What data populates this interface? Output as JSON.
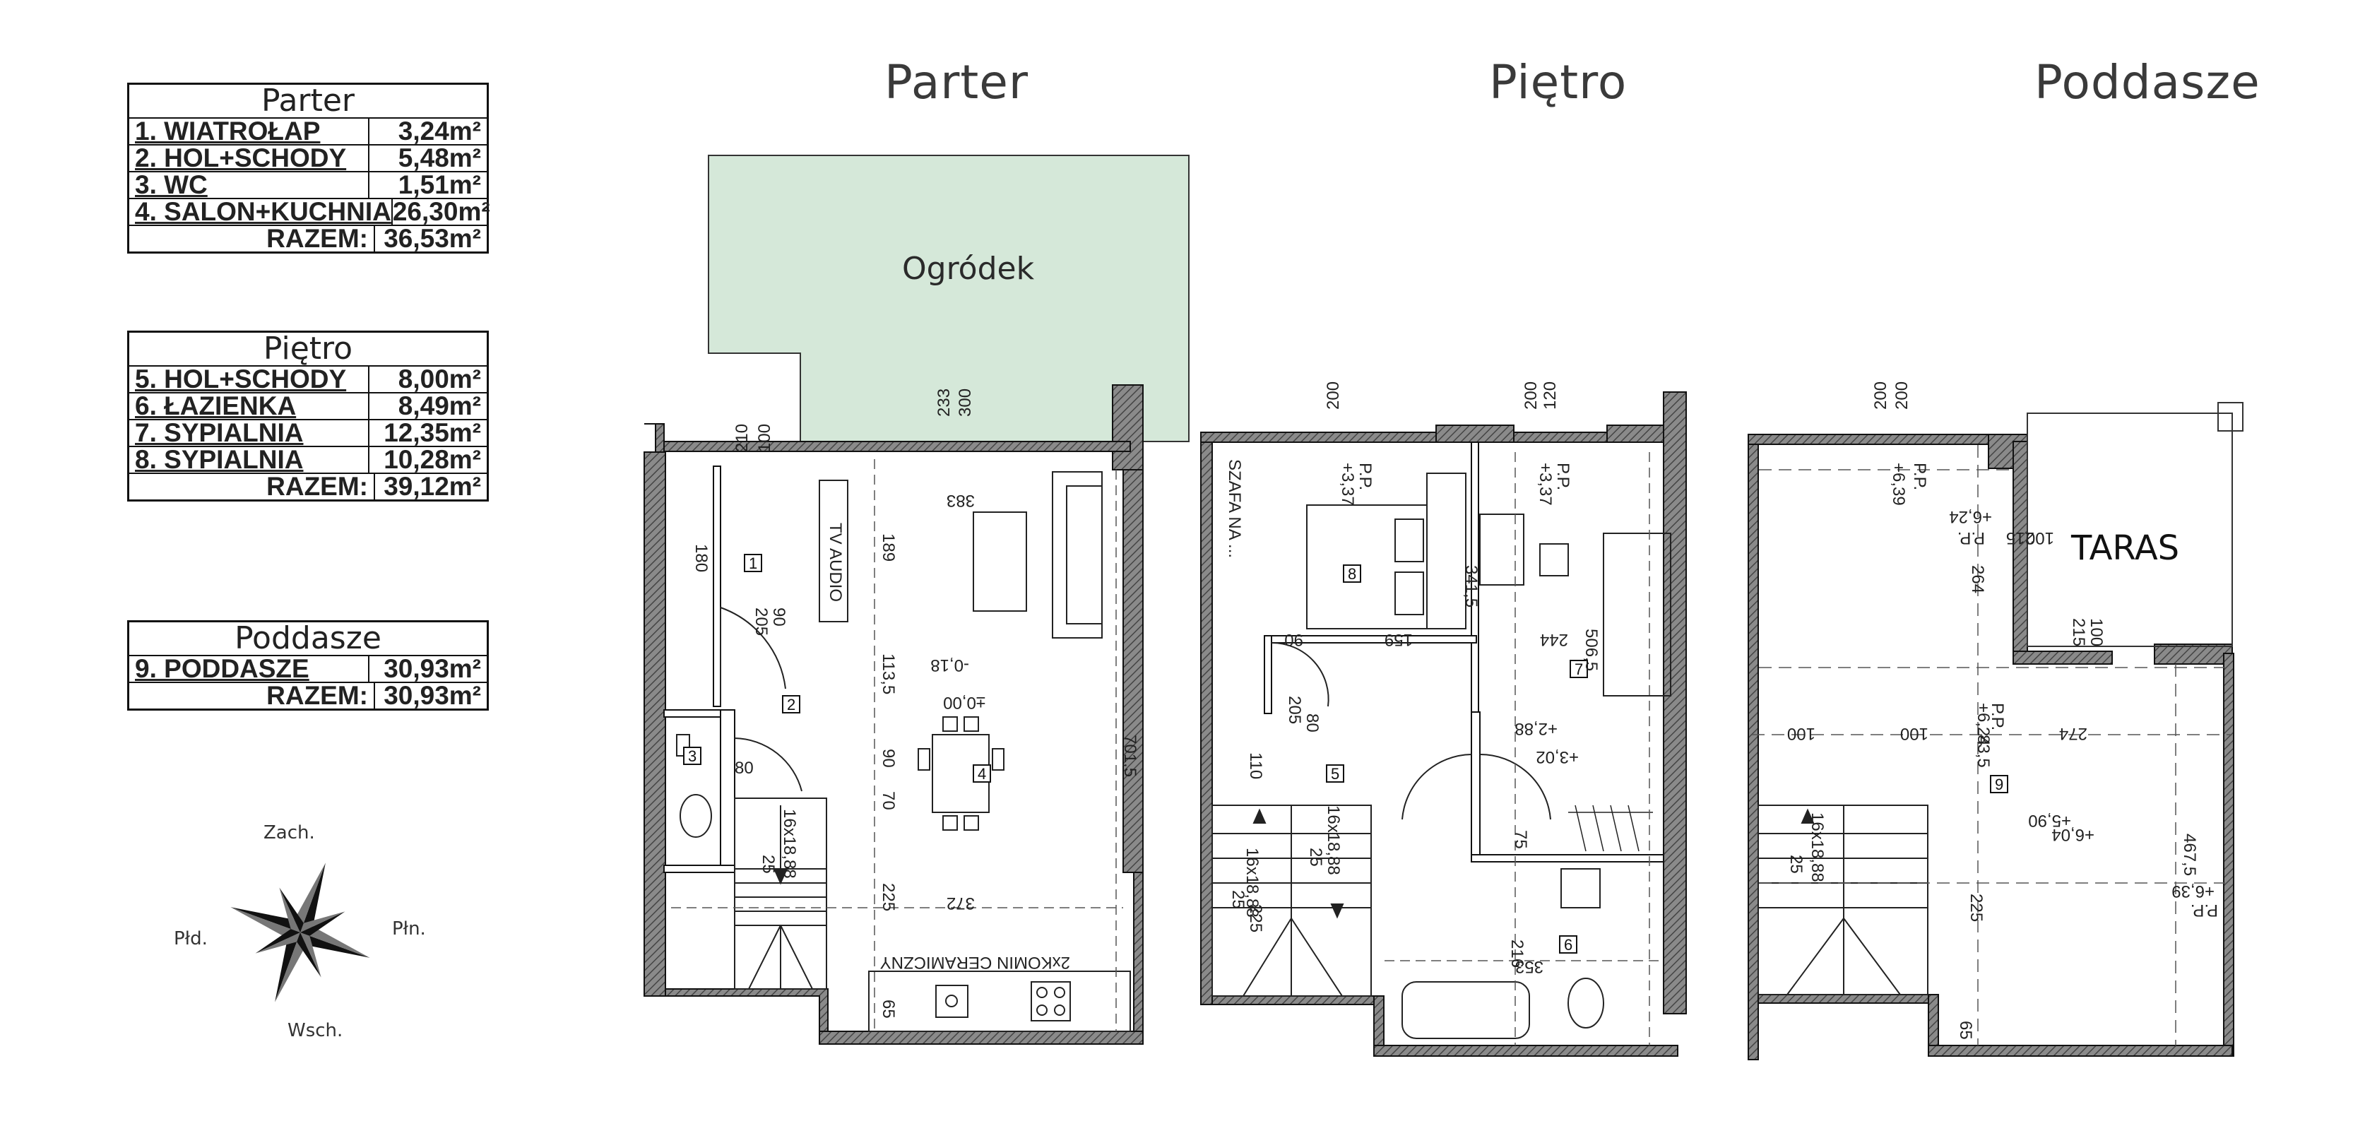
{
  "titles": {
    "parter": "Parter",
    "pietro": "Piętro",
    "poddasze": "Poddasze"
  },
  "legend": {
    "parter": {
      "title": "Parter",
      "rows": [
        {
          "name": "1. WIATROŁAP",
          "area": "3,24m²"
        },
        {
          "name": "2. HOL+SCHODY",
          "area": "5,48m²"
        },
        {
          "name": "3. WC",
          "area": "1,51m²"
        },
        {
          "name": "4. SALON+KUCHNIA",
          "area": "26,30m²"
        }
      ],
      "total_label": "RAZEM:",
      "total": "36,53m²"
    },
    "pietro": {
      "title": "Piętro",
      "rows": [
        {
          "name": "5. HOL+SCHODY",
          "area": "8,00m²"
        },
        {
          "name": "6. ŁAZIENKA",
          "area": "8,49m²"
        },
        {
          "name": "7. SYPIALNIA",
          "area": "12,35m²"
        },
        {
          "name": "8. SYPIALNIA",
          "area": "10,28m²"
        }
      ],
      "total_label": "RAZEM:",
      "total": "39,12m²"
    },
    "poddasze": {
      "title": "Poddasze",
      "rows": [
        {
          "name": "9. PODDASZE",
          "area": "30,93m²"
        }
      ],
      "total_label": "RAZEM:",
      "total": "30,93m²"
    }
  },
  "compass": {
    "north_label": "Zach.",
    "south_label": "Wsch.",
    "west_label": "Płd.",
    "east_label": "Płn."
  },
  "plan": {
    "garden_label": "Ogródek",
    "taras_label": "TARAS",
    "room_numbers": [
      "1",
      "2",
      "3",
      "4",
      "5",
      "6",
      "7",
      "8",
      "9"
    ],
    "ground_texts": [
      "±0,00",
      "-0,18",
      "383",
      "189",
      "113,5",
      "90",
      "70",
      "225",
      "372",
      "701,5",
      "2xKOMIN CERAMICZNY",
      "16x18,88",
      "25",
      "TV AUDIO",
      "233",
      "300",
      "210",
      "100",
      "180",
      "205",
      "90",
      "80",
      "65"
    ],
    "first_texts": [
      "+3,02",
      "+2,88",
      "+3,37",
      "P.P.",
      "16x18,88",
      "25",
      "205",
      "80",
      "90",
      "159",
      "244",
      "341,5",
      "506,5",
      "110",
      "225",
      "216",
      "353",
      "200",
      "120",
      "SZAFA NA ...",
      "75"
    ],
    "attic_texts": [
      "+6,04",
      "+5,90",
      "+6,24",
      "+6,39",
      "P.P.",
      "264",
      "274",
      "225",
      "467,5",
      "100",
      "215",
      "16x18,88",
      "25",
      "200",
      "65",
      "83,5"
    ]
  },
  "colors": {
    "garden_fill": "#d5e8d9",
    "wall_fill": "#7a7a7a",
    "line": "#111111"
  }
}
